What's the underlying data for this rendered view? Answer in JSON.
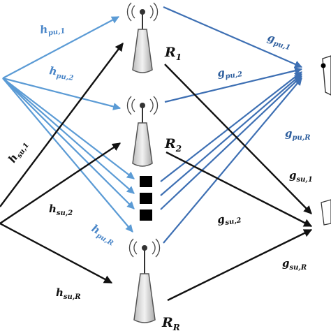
{
  "relays": [
    {
      "name": "R",
      "sub": "1"
    },
    {
      "name": "R",
      "sub": "2"
    },
    {
      "name": "R",
      "sub": "R"
    }
  ],
  "labels": {
    "h_pu_1": {
      "main": "h",
      "sub": "pu,1"
    },
    "h_pu_2": {
      "main": "h",
      "sub": "pu,2"
    },
    "h_pu_R": {
      "main": "h",
      "sub": "pu,R"
    },
    "h_su_1": {
      "main": "h",
      "sub": "su,1"
    },
    "h_su_2": {
      "main": "h",
      "sub": "su,2"
    },
    "h_su_R": {
      "main": "h",
      "sub": "su,R"
    },
    "g_pu_1": {
      "main": "g",
      "sub": "pu,1"
    },
    "g_pu_2": {
      "main": "g",
      "sub": "pu,2"
    },
    "g_pu_R": {
      "main": "g",
      "sub": "pu,R"
    },
    "g_su_1": {
      "main": "g",
      "sub": "su,1"
    },
    "g_su_2": {
      "main": "g",
      "sub": "su,2"
    },
    "g_su_R": {
      "main": "g",
      "sub": "su,R"
    }
  },
  "colors": {
    "light_blue": "#5b9bd5",
    "dark_blue": "#2f5f9e",
    "black": "#111111",
    "tower_gray": "#d6d6d6"
  }
}
